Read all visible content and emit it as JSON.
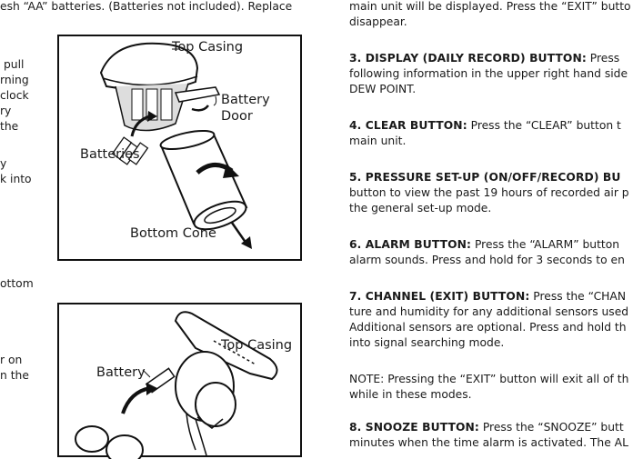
{
  "left_column": {
    "top_line": "esh “AA” batteries. (Batteries not included). Replace",
    "para1_lines": [
      "pull",
      "rning",
      "clock",
      "ry",
      "the"
    ],
    "para2_lines": [
      "y",
      "k into"
    ],
    "para3_lines": [
      "ottom"
    ],
    "para4_lines": [
      "r on",
      "n the"
    ]
  },
  "figure1": {
    "label_top_casing": "Top Casing",
    "label_battery": "Battery",
    "label_door": "Door",
    "label_batteries": "Batteries",
    "label_bottom_cone": "Bottom Cone"
  },
  "figure2": {
    "label_top_casing": "Top Casing",
    "label_battery": "Battery"
  },
  "right_column": {
    "intro_line1": "main unit will be displayed. Press the “EXIT” butto",
    "intro_line2": "disappear.",
    "item3_heading": "3. DISPLAY (DAILY RECORD) BUTTON:",
    "item3_text": " Press",
    "item3_line2": "following information in the upper right hand side",
    "item3_line3": "DEW POINT.",
    "item4_heading": "4. CLEAR BUTTON:",
    "item4_text": " Press the “CLEAR” button t",
    "item4_line2": "main unit.",
    "item5_heading": "5. PRESSURE SET-UP (ON/OFF/RECORD) BU",
    "item5_line2": "button to view the past 19 hours of recorded air p",
    "item5_line3": "the general set-up mode.",
    "item6_heading": "6. ALARM BUTTON:",
    "item6_text": " Press the “ALARM” button",
    "item6_line2": "alarm sounds. Press and hold for 3 seconds to en",
    "item7_heading": "7. CHANNEL (EXIT) BUTTON:",
    "item7_text": " Press the “CHAN",
    "item7_line2": "ture and humidity for any additional sensors used",
    "item7_line3": "Additional sensors are optional. Press and hold th",
    "item7_line4": "into signal searching mode.",
    "note_line1": "NOTE: Pressing the “EXIT” button will exit all of th",
    "note_line2": "while in these modes.",
    "item8_heading": "8. SNOOZE BUTTON:",
    "item8_text": " Press the “SNOOZE” butt",
    "item8_line2": "minutes when the time alarm is activated. The AL"
  }
}
